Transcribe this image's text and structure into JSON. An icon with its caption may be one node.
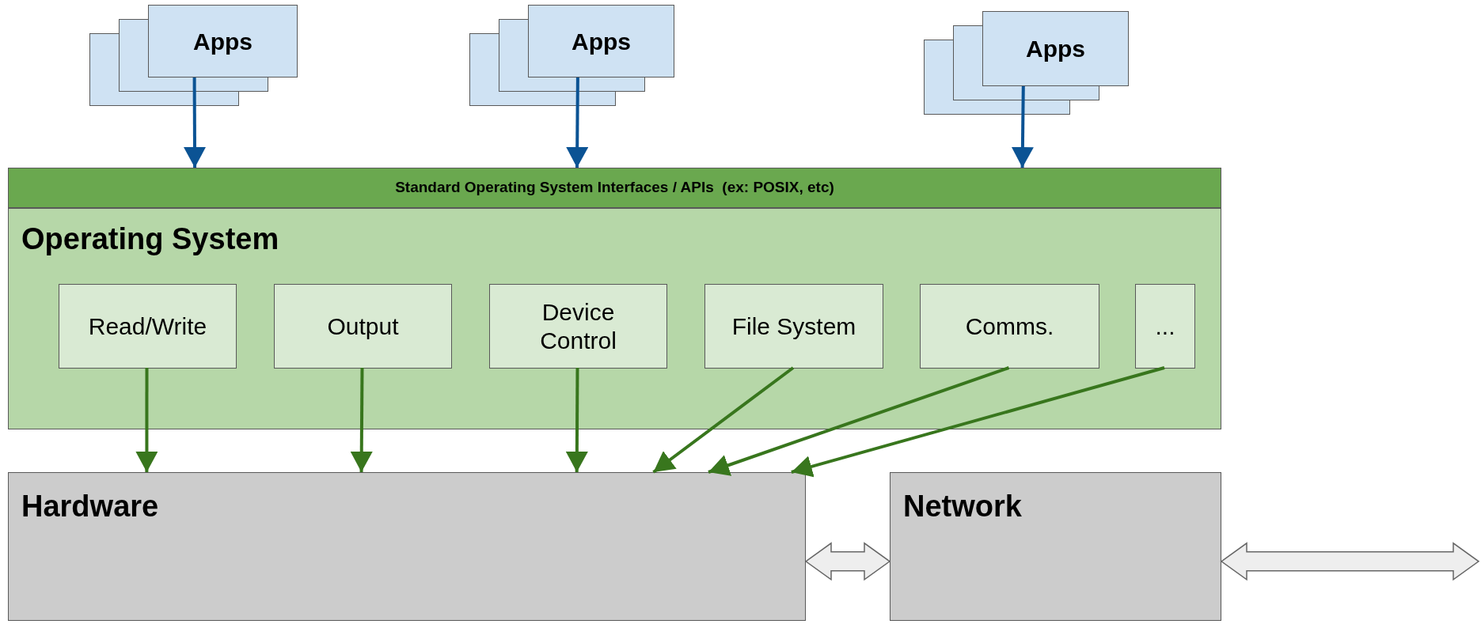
{
  "diagram": {
    "nodes": [
      {
        "text": [
          "Apps"
        ]
      },
      {
        "text": [
          "Apps"
        ]
      },
      {
        "text": [
          "Apps"
        ]
      },
      {
        "text": [
          "Standard Operating System Interfaces / APIs  (ex: POSIX, etc)"
        ]
      },
      {
        "text": [
          "Operating System"
        ]
      },
      {
        "text": [
          "Read/Write"
        ],
        "in": 4
      },
      {
        "text": [
          "Output"
        ],
        "in": 4
      },
      {
        "text": [
          "Device Control"
        ],
        "in": 4
      },
      {
        "text": [
          "File System"
        ],
        "in": 4
      },
      {
        "text": [
          "Comms."
        ],
        "in": 4
      },
      {
        "text": [
          "..."
        ],
        "in": 4
      },
      {
        "text": [
          "Hardware"
        ]
      },
      {
        "text": [
          "Network"
        ]
      }
    ],
    "edges": [
      {
        "from": 0,
        "to": 3,
        "arrow": "to",
        "color": "#0b5394"
      },
      {
        "from": 1,
        "to": 3,
        "arrow": "to",
        "color": "#0b5394"
      },
      {
        "from": 2,
        "to": 3,
        "arrow": "to",
        "color": "#0b5394"
      },
      {
        "from": 5,
        "to": 11,
        "arrow": "to"
      },
      {
        "from": 6,
        "to": 11,
        "arrow": "to"
      },
      {
        "from": 7,
        "to": 11,
        "arrow": "to"
      },
      {
        "from": 8,
        "to": 11,
        "arrow": "to"
      },
      {
        "from": 9,
        "to": 11,
        "arrow": "to"
      },
      {
        "from": 10,
        "to": 11,
        "arrow": "to"
      },
      {
        "from": 11,
        "to": 12,
        "arrow": "both",
        "style": "thick",
        "color": "#eeeeee"
      },
      {
        "from": 12,
        "to": null,
        "arrow": "both",
        "style": "thick",
        "color": "#eeeeee"
      }
    ]
  }
}
